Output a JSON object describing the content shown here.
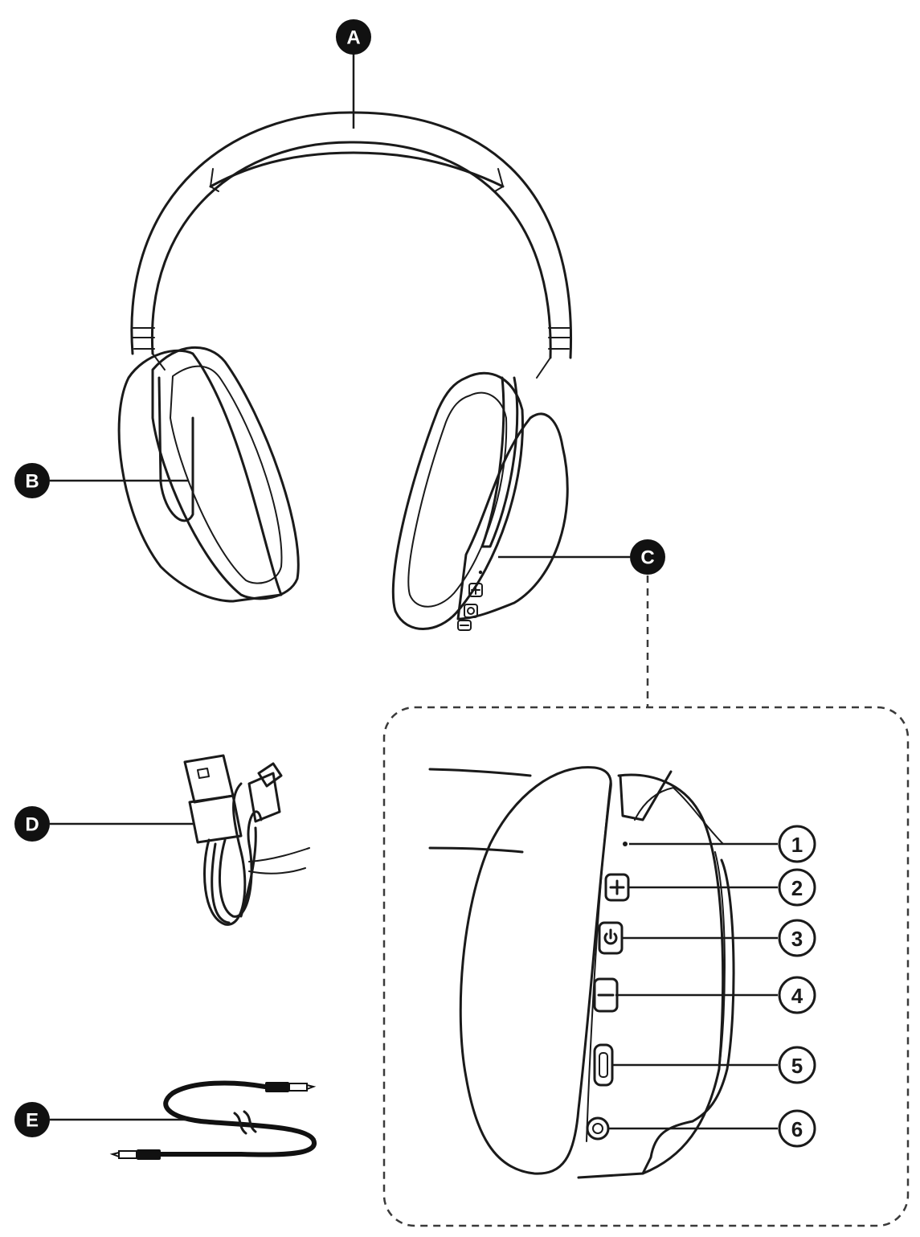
{
  "callouts": {
    "A": "A",
    "B": "B",
    "C": "C",
    "D": "D",
    "E": "E"
  },
  "detail_numbers": [
    "1",
    "2",
    "3",
    "4",
    "5",
    "6"
  ],
  "icons": {
    "volume_up": "plus-icon",
    "power": "power-icon",
    "volume_down": "minus-icon",
    "usb_port": "usb-port-icon",
    "aux_jack": "aux-jack-icon"
  },
  "colors": {
    "line": "#1a1a1a",
    "badge": "#111111",
    "background": "#ffffff"
  }
}
